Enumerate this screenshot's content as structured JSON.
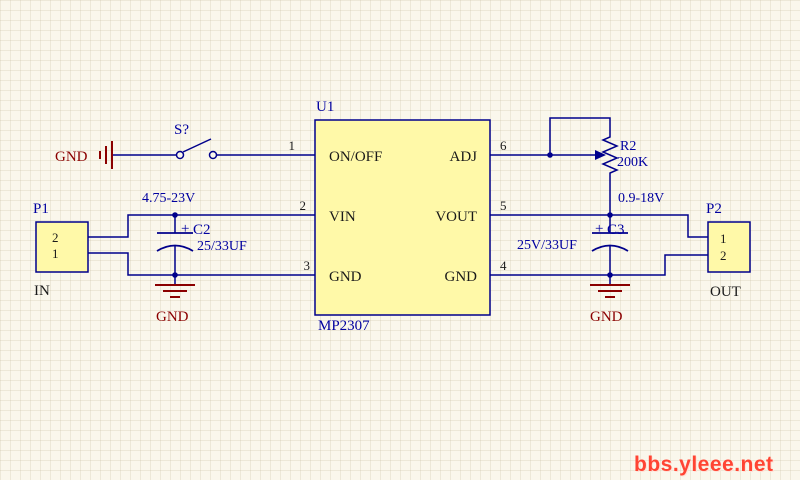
{
  "ic": {
    "designator": "U1",
    "part": "MP2307",
    "pins": {
      "onoff": {
        "num": "1",
        "name": "ON/OFF"
      },
      "vin": {
        "num": "2",
        "name": "VIN"
      },
      "gnd_left": {
        "num": "3",
        "name": "GND"
      },
      "gnd_right": {
        "num": "4",
        "name": "GND"
      },
      "vout": {
        "num": "5",
        "name": "VOUT"
      },
      "adj": {
        "num": "6",
        "name": "ADJ"
      }
    }
  },
  "connector_in": {
    "designator": "P1",
    "label": "IN",
    "pins": [
      "2",
      "1"
    ]
  },
  "connector_out": {
    "designator": "P2",
    "label": "OUT",
    "pins": [
      "1",
      "2"
    ]
  },
  "cap_c2": {
    "designator": "C2",
    "value": "25/33UF",
    "polarity": "+"
  },
  "cap_c3": {
    "designator": "C3",
    "value": "25V/33UF",
    "polarity": "+"
  },
  "res_r2": {
    "designator": "R2",
    "value": "200K"
  },
  "switch_s": {
    "designator": "S?"
  },
  "gnd_labels": {
    "left": "GND",
    "c2": "GND",
    "c3": "GND"
  },
  "voltages": {
    "input": "4.75-23V",
    "output": "0.9-18V"
  },
  "watermark": "bbs.yleee.net",
  "colors": {
    "wire": "#00008B",
    "component_fill": "#FFF9A8",
    "label_blue": "#0000A0",
    "ground_red": "#8B0000",
    "pin_text": "#1A1A1A",
    "watermark_red": "#FF4433",
    "background": "#FAF7EC"
  }
}
